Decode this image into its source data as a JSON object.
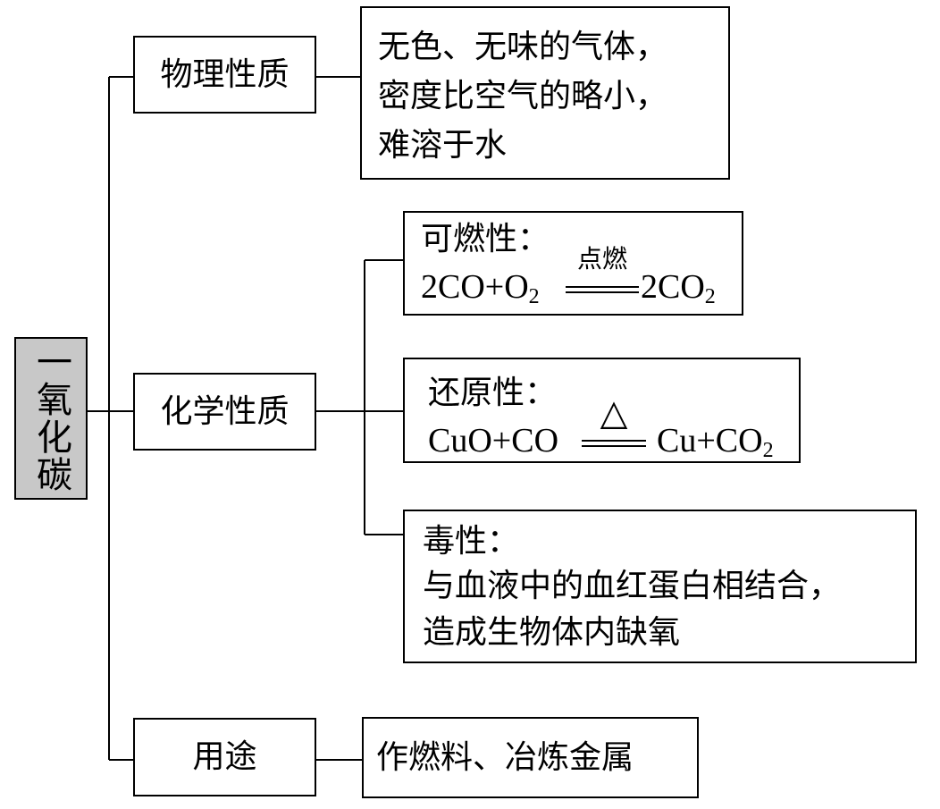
{
  "root": {
    "label": "一氧化碳"
  },
  "branches": {
    "physical": {
      "label": "物理性质",
      "detail": [
        "无色、无味的气体，",
        "密度比空气的略小，",
        "难溶于水"
      ]
    },
    "chemical": {
      "label": "化学性质",
      "combustibility": {
        "title": "可燃性：",
        "lhs": "2CO+O",
        "lhs_sub": "2",
        "condition": "点燃",
        "rhs": "2CO",
        "rhs_sub": "2"
      },
      "reducibility": {
        "title": "还原性：",
        "lhs": "CuO+CO",
        "condition": "△",
        "rhs": "Cu+CO",
        "rhs_sub": "2"
      },
      "toxicity": {
        "title": "毒性：",
        "detail": [
          "与血液中的血红蛋白相结合，",
          "造成生物体内缺氧"
        ]
      }
    },
    "uses": {
      "label": "用途",
      "detail": "作燃料、冶炼金属"
    }
  }
}
